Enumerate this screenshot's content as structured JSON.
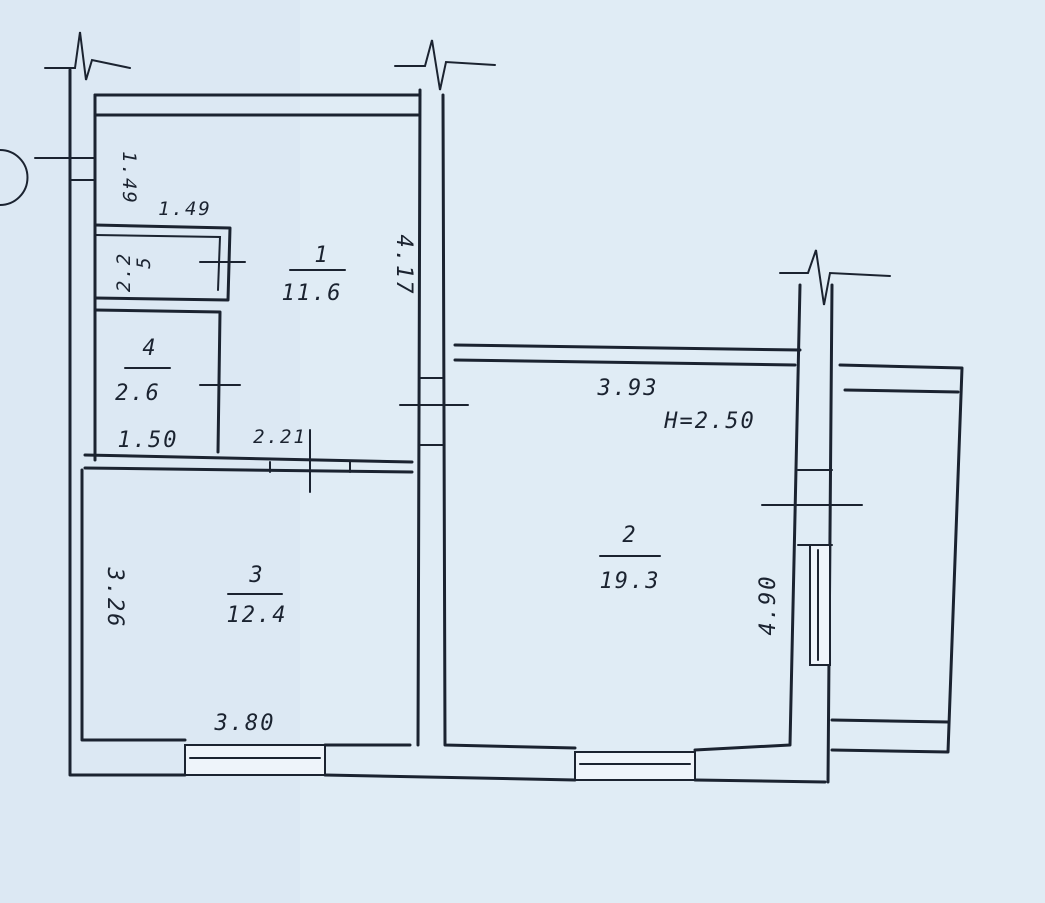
{
  "plan": {
    "height_label": "H=2.50",
    "rooms": [
      {
        "number": "1",
        "area": "11.6"
      },
      {
        "number": "2",
        "area": "19.3"
      },
      {
        "number": "3",
        "area": "12.4"
      },
      {
        "number": "4",
        "area": "2.6"
      },
      {
        "number": "5",
        "area": "2.2"
      }
    ],
    "dimensions": {
      "hall_top_left": "1.49",
      "closet_width": "1.49",
      "room1_side": "4.17",
      "closet4_width": "1.50",
      "room1_bottom": "2.21",
      "room3_side": "3.26",
      "room3_width": "3.80",
      "room2_width": "3.93",
      "room2_side": "4.90"
    }
  }
}
